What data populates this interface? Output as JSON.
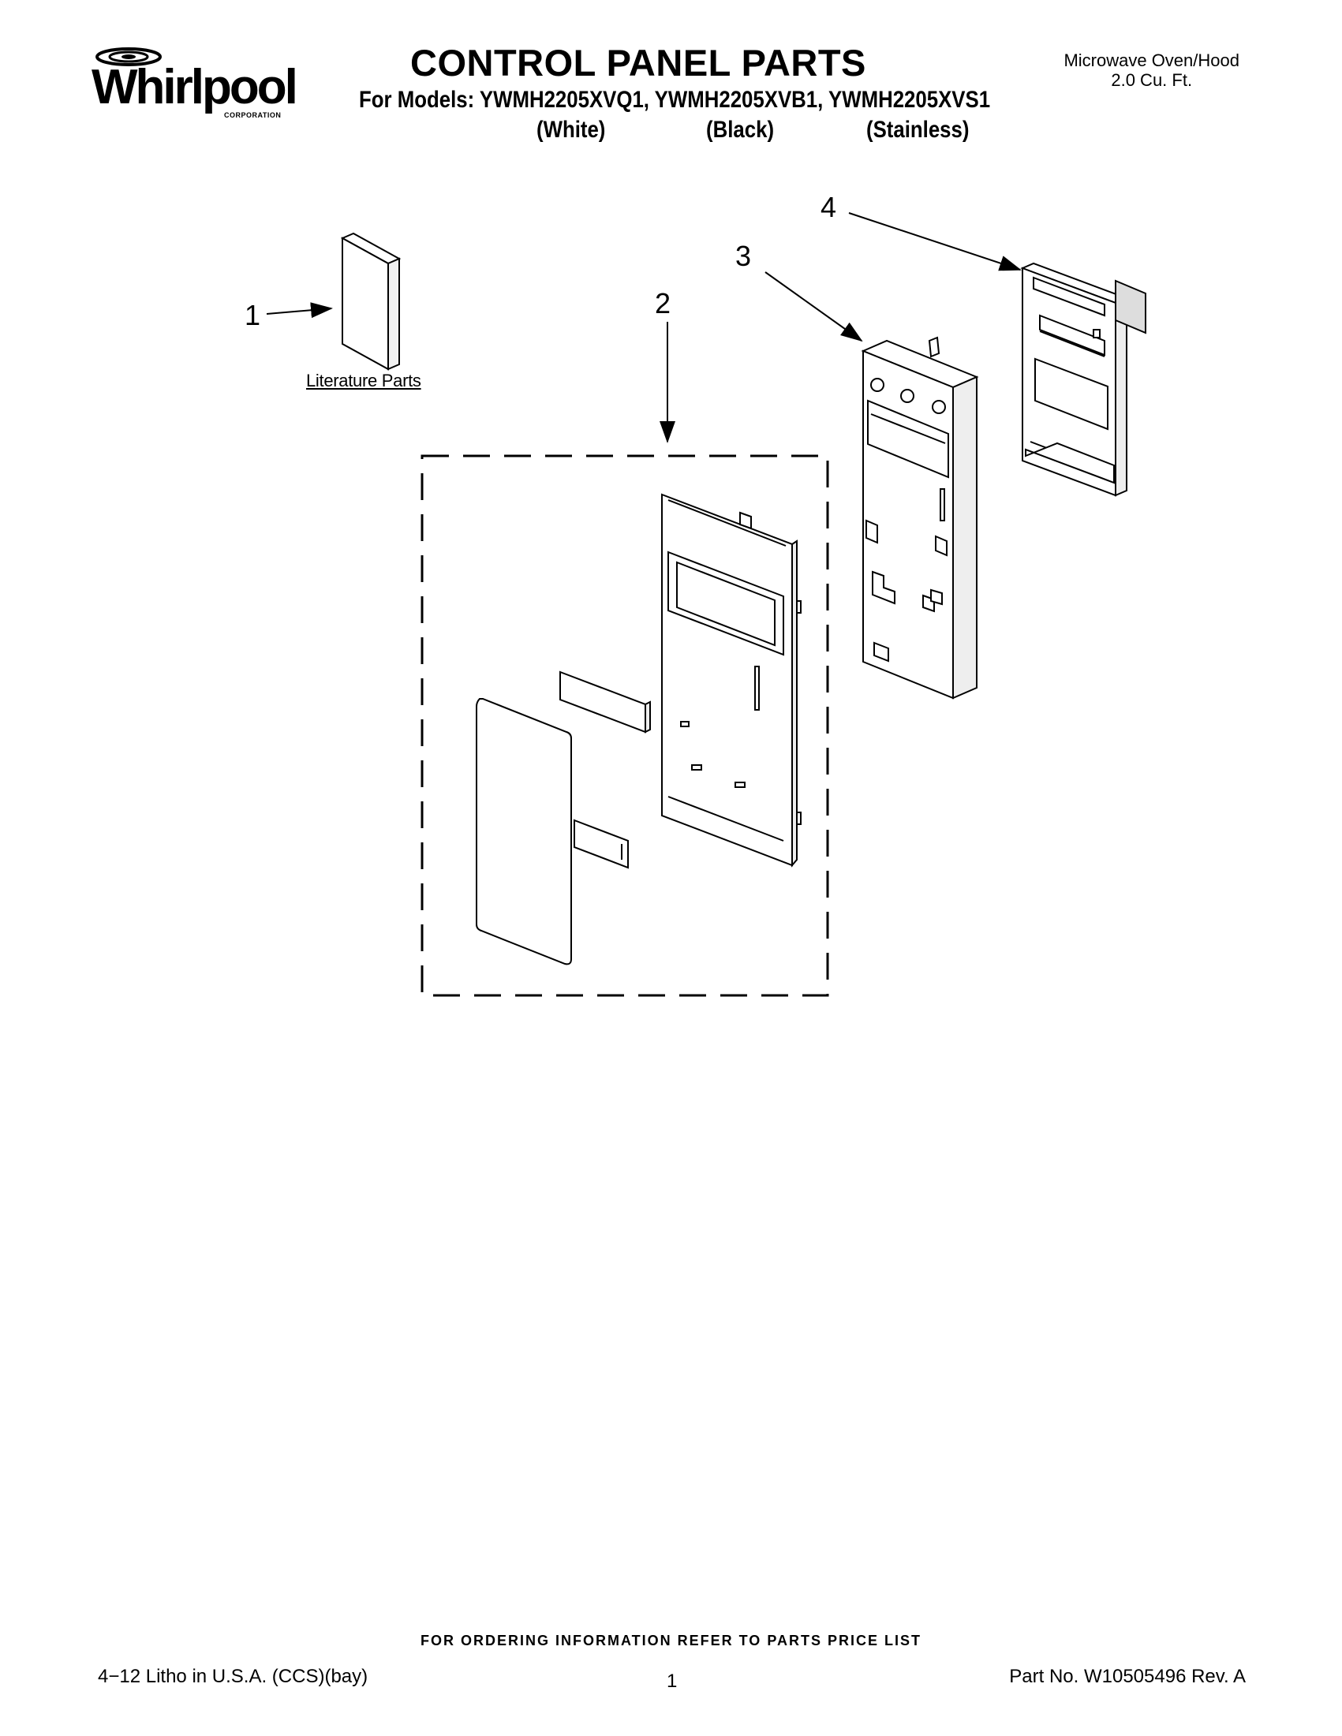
{
  "header": {
    "brand": "Whirlpool",
    "brand_sub": "CORPORATION",
    "title": "CONTROL PANEL PARTS",
    "models_line": "For Models: YWMH2205XVQ1, YWMH2205XVB1, YWMH2205XVS1",
    "variants": [
      "(White)",
      "(Black)",
      "(Stainless)"
    ],
    "product_type": "Microwave Oven/Hood",
    "product_size": "2.0 Cu. Ft."
  },
  "diagram": {
    "callouts": [
      "1",
      "2",
      "3",
      "4"
    ],
    "literature_label": "Literature Parts"
  },
  "footer": {
    "ordering_note": "FOR ORDERING INFORMATION REFER TO PARTS PRICE LIST",
    "litho": "4−12 Litho in U.S.A. (CCS)(bay)",
    "page": "1",
    "part_no": "Part No. W10505496 Rev. A"
  }
}
